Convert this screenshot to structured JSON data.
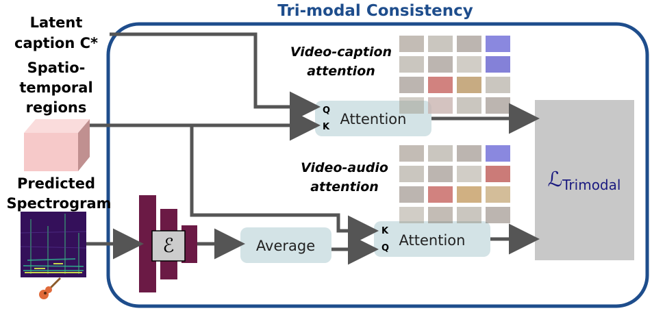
{
  "title": "Tri-modal Consistency",
  "inputs": {
    "latent_caption": [
      "Latent",
      "caption C*"
    ],
    "spatiotemporal": [
      "Spatio-",
      "temporal",
      "regions"
    ],
    "spectrogram": [
      "Predicted",
      "Spectrogram"
    ]
  },
  "encoder_symbol": "ℰ",
  "average_label": "Average",
  "attention_top": {
    "label": "Attention",
    "port1": "Q",
    "port2": "K"
  },
  "attention_bottom": {
    "label": "Attention",
    "port1": "K",
    "port2": "Q"
  },
  "video_caption_attention": [
    "Video-caption",
    "attention"
  ],
  "video_audio_attention": [
    "Video-audio",
    "attention"
  ],
  "loss": {
    "symbol": "ℒ",
    "subscript": "Trimodal"
  },
  "colors": {
    "frame": "#1e4d8c",
    "title": "#1e4d8c",
    "arrow": "#555555",
    "attention_box": "#d3e3e6",
    "encoder": "#6b1a45",
    "loss_box": "#c8c8c8",
    "cube_front": "#f6c9c9",
    "cube_top": "#fadcdc",
    "cube_side": "#c09090",
    "loss_text": "#1a1a80"
  },
  "icons": [
    "guitar-icon",
    "cube-icon",
    "spectrogram-icon"
  ]
}
